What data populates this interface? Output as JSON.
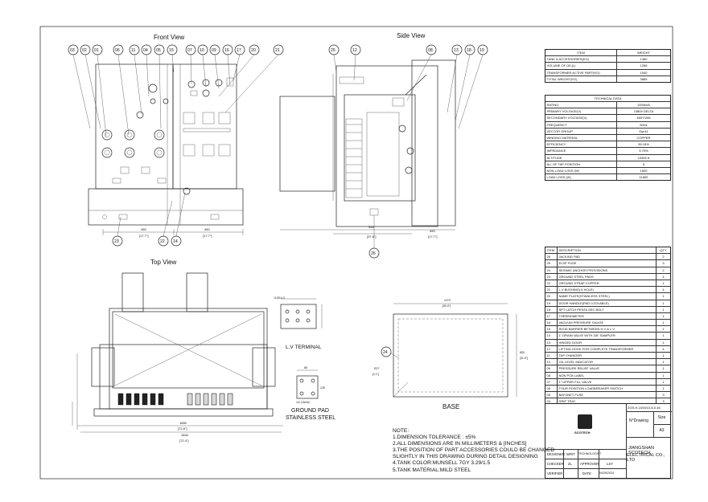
{
  "views": {
    "front": "Front View",
    "side": "Side View",
    "top": "Top View",
    "lv_terminal": "L.V TERMINAL",
    "ground_pad_1": "GROUND PAD",
    "ground_pad_2": "STAINLESS STEEL",
    "base": "BASE"
  },
  "front_balloons": [
    "03",
    "02",
    "01",
    "06",
    "11",
    "04",
    "05",
    "15",
    "07",
    "10",
    "09",
    "16",
    "17",
    "20",
    "21"
  ],
  "bottom_balloons": [
    "23",
    "22",
    "14"
  ],
  "side_balloons": [
    "25",
    "12",
    "08",
    "13",
    "18",
    "19"
  ],
  "side_bottom_balloon": "26",
  "base_balloon": "24",
  "dims": {
    "front_w1": "450",
    "front_w1b": "[17.7\"]",
    "front_w2": "450",
    "front_w2b": "[17.7\"]",
    "side_w1": "955",
    "side_w1b": "[37.6\"]",
    "side_w2": "450",
    "side_w2b": "[17.7\"]",
    "top_w1": "1850",
    "top_w1b": "[72.8\"]",
    "top_w2": "1840",
    "top_w2b": "[72.4\"]",
    "base_w": "1270",
    "base_wb": "[50.0\"]",
    "base_h": "800",
    "base_hb": "[31.5\"]",
    "base_r": "R27",
    "base_rb": "[1.1\"]",
    "pad_w": "85",
    "pad_h": "125",
    "pad_bolt": "1/2-13UNC",
    "lv_label": "6-Ø14.3"
  },
  "weights": {
    "head": [
      "ITEM",
      "WEIGHT"
    ],
    "rows": [
      [
        "TANK & ACCESSORIES(KG)",
        "1380"
      ],
      [
        "VOLUME OF OIL(L)",
        "1265"
      ],
      [
        "TRANSFORMER ACTIVE PART(KG)",
        "1540"
      ],
      [
        "TOTAL WEIGHT(KG)",
        "3885"
      ]
    ]
  },
  "tech": {
    "title": "TECHNICAL DATA",
    "rows": [
      [
        "RATING",
        "1000kVA"
      ],
      [
        "PRIMARY VOLTAGE(V)",
        "13800 DELTA"
      ],
      [
        "SECONDARY VOLTAGE(V)",
        "460Y/266"
      ],
      [
        "FREQUENCY",
        "60Hz"
      ],
      [
        "VECTOR GROUP",
        "Dyn11"
      ],
      [
        "WINDING MATERIAL",
        "COPPER"
      ],
      [
        "EFFICIENCY",
        "99.15%"
      ],
      [
        "IMPEDANCE",
        "5.75%"
      ],
      [
        "ALTITUDE",
        "≤3300 ft"
      ],
      [
        "No. OF TAP POSITION",
        "5"
      ],
      [
        "NON-LOAD LOSS (W)",
        "1500"
      ],
      [
        "LOAD LOSS (W)",
        "11800"
      ]
    ]
  },
  "bom": {
    "head": [
      "ITEM",
      "DESCRIPTION",
      "QTY"
    ],
    "rows": [
      [
        "26",
        "JACKING PAD",
        "2"
      ],
      [
        "25",
        "ELSP FUSE",
        "3"
      ],
      [
        "24",
        "SEISMIC ANCHOR PROVISIONS",
        "2"
      ],
      [
        "23",
        "GROUND STEEL PADS",
        "4"
      ],
      [
        "22",
        "GROUND STRAP COPPER",
        "1"
      ],
      [
        "21",
        "L.V BUSHING( 6 HOLE)",
        "4"
      ],
      [
        "20",
        "NAME PLATE(STAINLESS STEEL)",
        "1"
      ],
      [
        "19",
        "DOOR HANDLE(PAD LOCKABLE)",
        "1"
      ],
      [
        "18",
        "SPT LATCH PENTA SEC BOLT",
        "1"
      ],
      [
        "17",
        "THERMOMETER",
        "1"
      ],
      [
        "16",
        "VACUUM PRESSURE GAUGE",
        "1"
      ],
      [
        "15",
        "RIGID BARRIER BETWEEN H.V & L.V",
        "1"
      ],
      [
        "14",
        "1\" DRAIN VALVE WITH 3/8\" SAMPLER",
        "1"
      ],
      [
        "13",
        "HINGED DOOR",
        "1"
      ],
      [
        "12",
        "LIFTING HOOK FOR COMPLETE TRANSFORMER",
        "4"
      ],
      [
        "11",
        "TAP CHANGER",
        "1"
      ],
      [
        "10",
        "OIL LEVEL INDICATOR",
        "1"
      ],
      [
        "09",
        "PRESSURE RELIEF VALVE",
        "1"
      ],
      [
        "08",
        "NON PCB LABEL",
        "1"
      ],
      [
        "07",
        "1\" UPPER FILL VALVE",
        "1"
      ],
      [
        "06",
        "FOUR POSITION LOADBREAKER SWITCH",
        "1"
      ],
      [
        "05",
        "BAYONET FUSE",
        "3"
      ],
      [
        "04",
        "DRIP TRAY",
        "3"
      ],
      [
        "03",
        "LOADBREAK BUSHING INSERT",
        "6"
      ],
      [
        "02",
        "H.V BUSHING",
        "6"
      ],
      [
        "01",
        "PARKING STAND BRACKET",
        "6"
      ]
    ]
  },
  "titleblock": {
    "drawing_no": "ZGS-H-1000/13.8-0.46",
    "logo": "SCOTECH",
    "n_drawing": "N°Drawing",
    "size_label": "Size",
    "size": "A3",
    "designer": "DESIGNER",
    "writ": "WRIT",
    "technologist": "TECHNOLOGIST",
    "checker": "CHECKER",
    "checker_val": "ZL",
    "approver": "APPROVER",
    "approver_val": "LSY",
    "verifier": "VERIFIER",
    "date": "DATE",
    "date_val": "04/25/2024",
    "company_1": "JIANGSHAN SCOTECH",
    "company_2": "ELECTRICAL CO., LTD"
  },
  "notes": [
    "NOTE:",
    "1.DIMENSION TOLERANCE : ±5%",
    "2.ALL DIMENSIONS ARE IN MILLIMETERS & [INCHES]",
    "3.THE POSITION OF PART ACCESSORIES COULD BE CHANGED",
    "SLIGHTLY IN THIS DRAWING DURING DETAIL DESIGNING",
    "4.TANK COLOR:MUNSELL 7GY 3.29/1.5",
    "5.TANK MATERIAL:MILD STEEL"
  ]
}
